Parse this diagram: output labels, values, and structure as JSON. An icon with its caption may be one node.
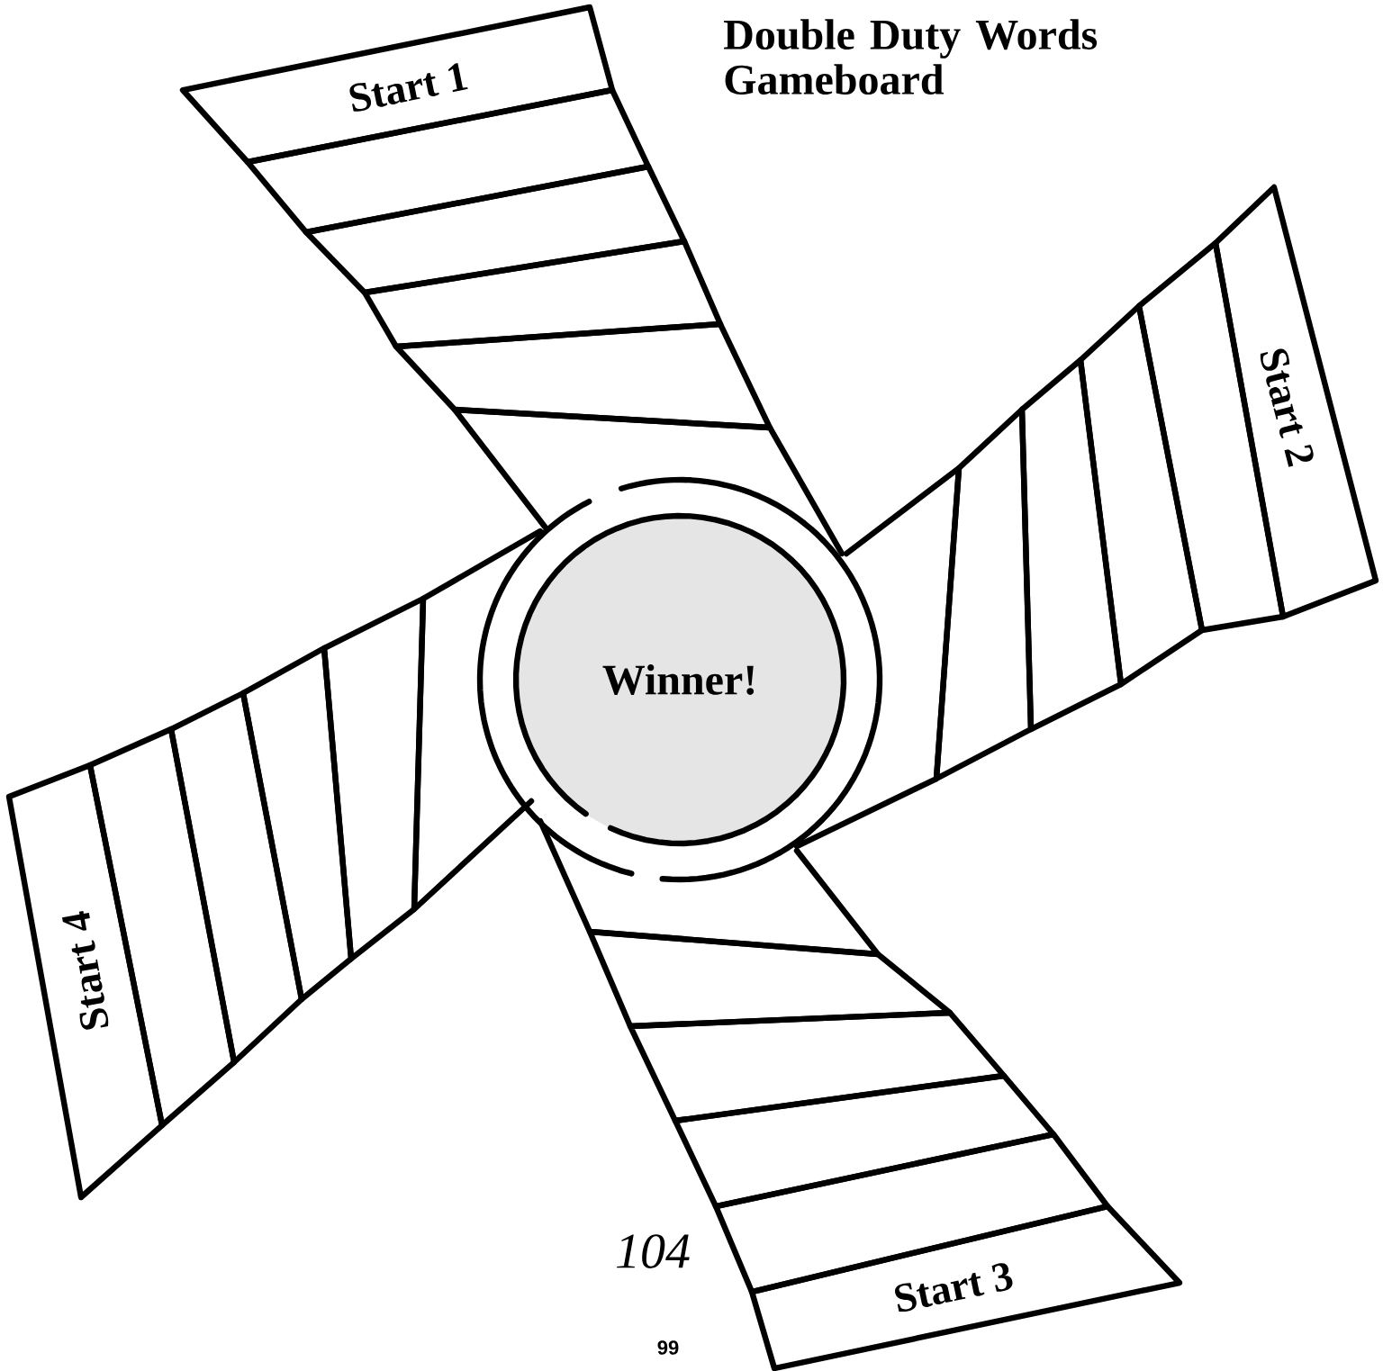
{
  "diagram": {
    "title": "Double Duty Words Gameboard",
    "nodes": [
      {
        "text": [
          "Start 1"
        ]
      },
      {
        "text": [],
        "shape": "box"
      },
      {
        "text": [],
        "shape": "box"
      },
      {
        "text": [],
        "shape": "box"
      },
      {
        "text": [],
        "shape": "box"
      },
      {
        "text": [],
        "shape": "box"
      },
      {
        "text": [
          "Start 2"
        ]
      },
      {
        "text": [],
        "shape": "box"
      },
      {
        "text": [],
        "shape": "box"
      },
      {
        "text": [],
        "shape": "box"
      },
      {
        "text": [],
        "shape": "box"
      },
      {
        "text": [],
        "shape": "box"
      },
      {
        "text": [
          "Start 3"
        ]
      },
      {
        "text": [],
        "shape": "box"
      },
      {
        "text": [],
        "shape": "box"
      },
      {
        "text": [],
        "shape": "box"
      },
      {
        "text": [],
        "shape": "box"
      },
      {
        "text": [],
        "shape": "box"
      },
      {
        "text": [
          "Start 4"
        ]
      },
      {
        "text": [],
        "shape": "box"
      },
      {
        "text": [],
        "shape": "box"
      },
      {
        "text": [],
        "shape": "box"
      },
      {
        "text": [],
        "shape": "box"
      },
      {
        "text": [],
        "shape": "box"
      },
      {
        "text": [
          "Winner!"
        ]
      }
    ],
    "labels": [
      "104",
      "99"
    ]
  }
}
